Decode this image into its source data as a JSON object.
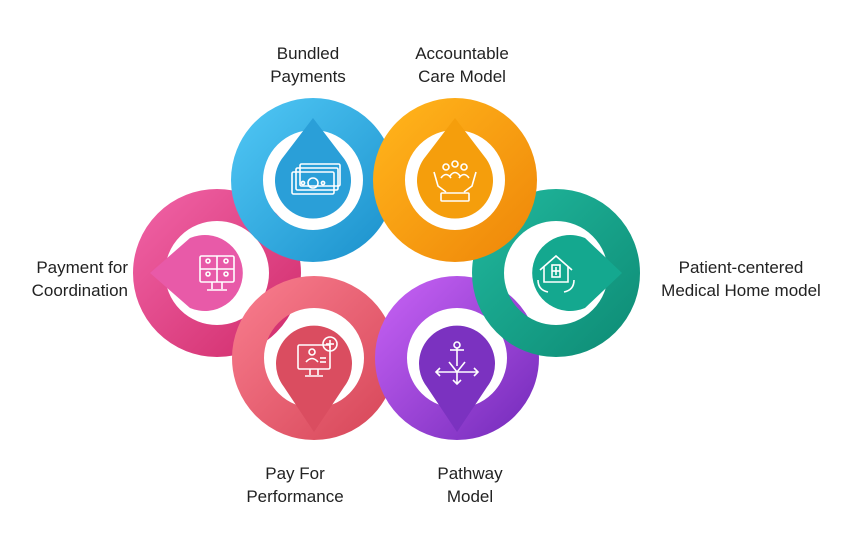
{
  "diagram": {
    "nodes": [
      {
        "id": "bundled",
        "label_lines": [
          "Bundled",
          "Payments"
        ],
        "color_light": "#4cc3f2",
        "color_dark": "#1f95cf",
        "icon": "money-bills-icon"
      },
      {
        "id": "accountable",
        "label_lines": [
          "Accountable",
          "Care Model"
        ],
        "color_light": "#ffb21a",
        "color_dark": "#f08a0a",
        "icon": "hands-people-icon"
      },
      {
        "id": "patient",
        "label_lines": [
          "Patient-centered",
          "Medical Home model"
        ],
        "color_light": "#1fb49a",
        "color_dark": "#0f8f78",
        "icon": "house-medical-icon"
      },
      {
        "id": "pathway",
        "label_lines": [
          "Pathway",
          "Model"
        ],
        "color_light": "#b64de6",
        "color_dark": "#7a2fbf",
        "icon": "pathway-arrows-icon"
      },
      {
        "id": "performance",
        "label_lines": [
          "Pay For",
          "Performance"
        ],
        "color_light": "#f36b7b",
        "color_dark": "#d94a5c",
        "icon": "monitor-medical-icon"
      },
      {
        "id": "coordination",
        "label_lines": [
          "Payment for",
          "Coordination"
        ],
        "color_light": "#e84c95",
        "color_dark": "#d8327a",
        "icon": "video-conference-icon"
      }
    ]
  }
}
